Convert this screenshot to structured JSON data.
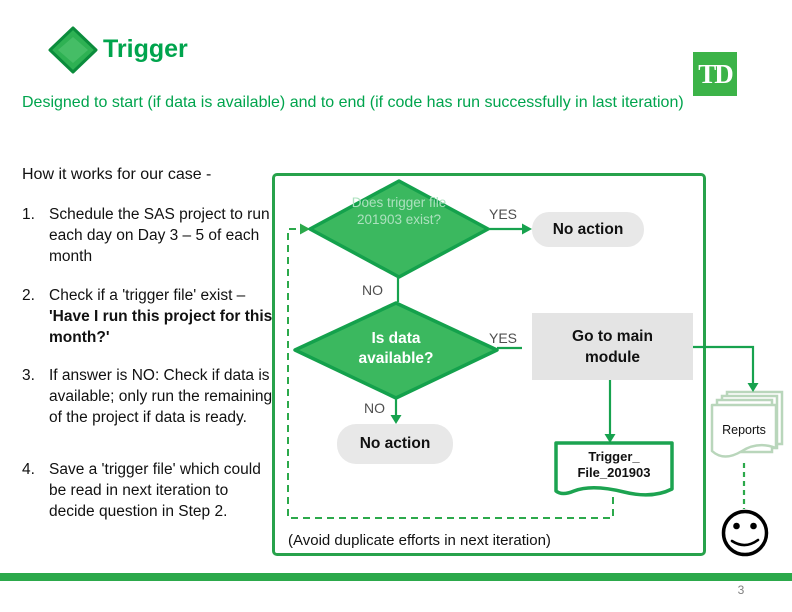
{
  "slide": {
    "title": "Trigger",
    "logo_text": "TD",
    "subtitle": "Designed to start (if data is available) and to end (if code has run successfully in last iteration)",
    "section_heading": "How it works for our case -",
    "page_number": "3"
  },
  "steps": [
    {
      "num": "1.",
      "text": "Schedule the SAS project to run each day on Day 3 – 5 of each month"
    },
    {
      "num": "2.",
      "text_normal": "Check if a 'trigger file' exist – ",
      "text_bold": "'Have I run this project for this month?'"
    },
    {
      "num": "3.",
      "text": "If answer is NO: Check if data is available; only run the remaining of the project if data is ready."
    },
    {
      "num": "4.",
      "text": "Save a 'trigger file' which could be read in next iteration to decide question in Step 2."
    }
  ],
  "flowchart": {
    "decision1": "Does trigger file 201903 exist?",
    "yes1": "YES",
    "no1": "NO",
    "no_action_top": "No action",
    "decision2": "Is data available?",
    "yes2": "YES",
    "no2": "NO",
    "go_to_main": "Go to main module",
    "no_action_bottom": "No action",
    "trigger_file_line1": "Trigger_",
    "trigger_file_line2": "File_201903",
    "reports": "Reports",
    "caption": "(Avoid duplicate efforts in next iteration)"
  },
  "colors": {
    "accent_green": "#00A44D",
    "diamond_fill": "#3BB85F",
    "diamond_border": "#14A14C",
    "frame_border": "#27A24B",
    "connector_green": "#17A24E",
    "pale_doc_border": "#B9D6BB",
    "box_gray": "#E8E8E8",
    "logo_green": "#3CB348"
  }
}
